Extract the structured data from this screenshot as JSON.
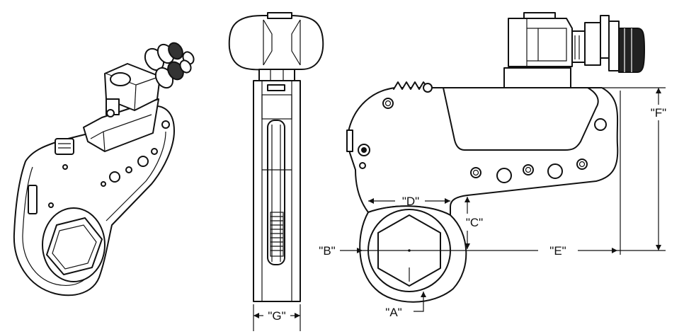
{
  "diagram": {
    "line_color": "#111111",
    "background_color": "#ffffff",
    "dimensions": {
      "A": "\"A\"",
      "B": "\"B\"",
      "C": "\"C\"",
      "D": "\"D\"",
      "E": "\"E\"",
      "F": "\"F\"",
      "G": "\"G\""
    }
  }
}
